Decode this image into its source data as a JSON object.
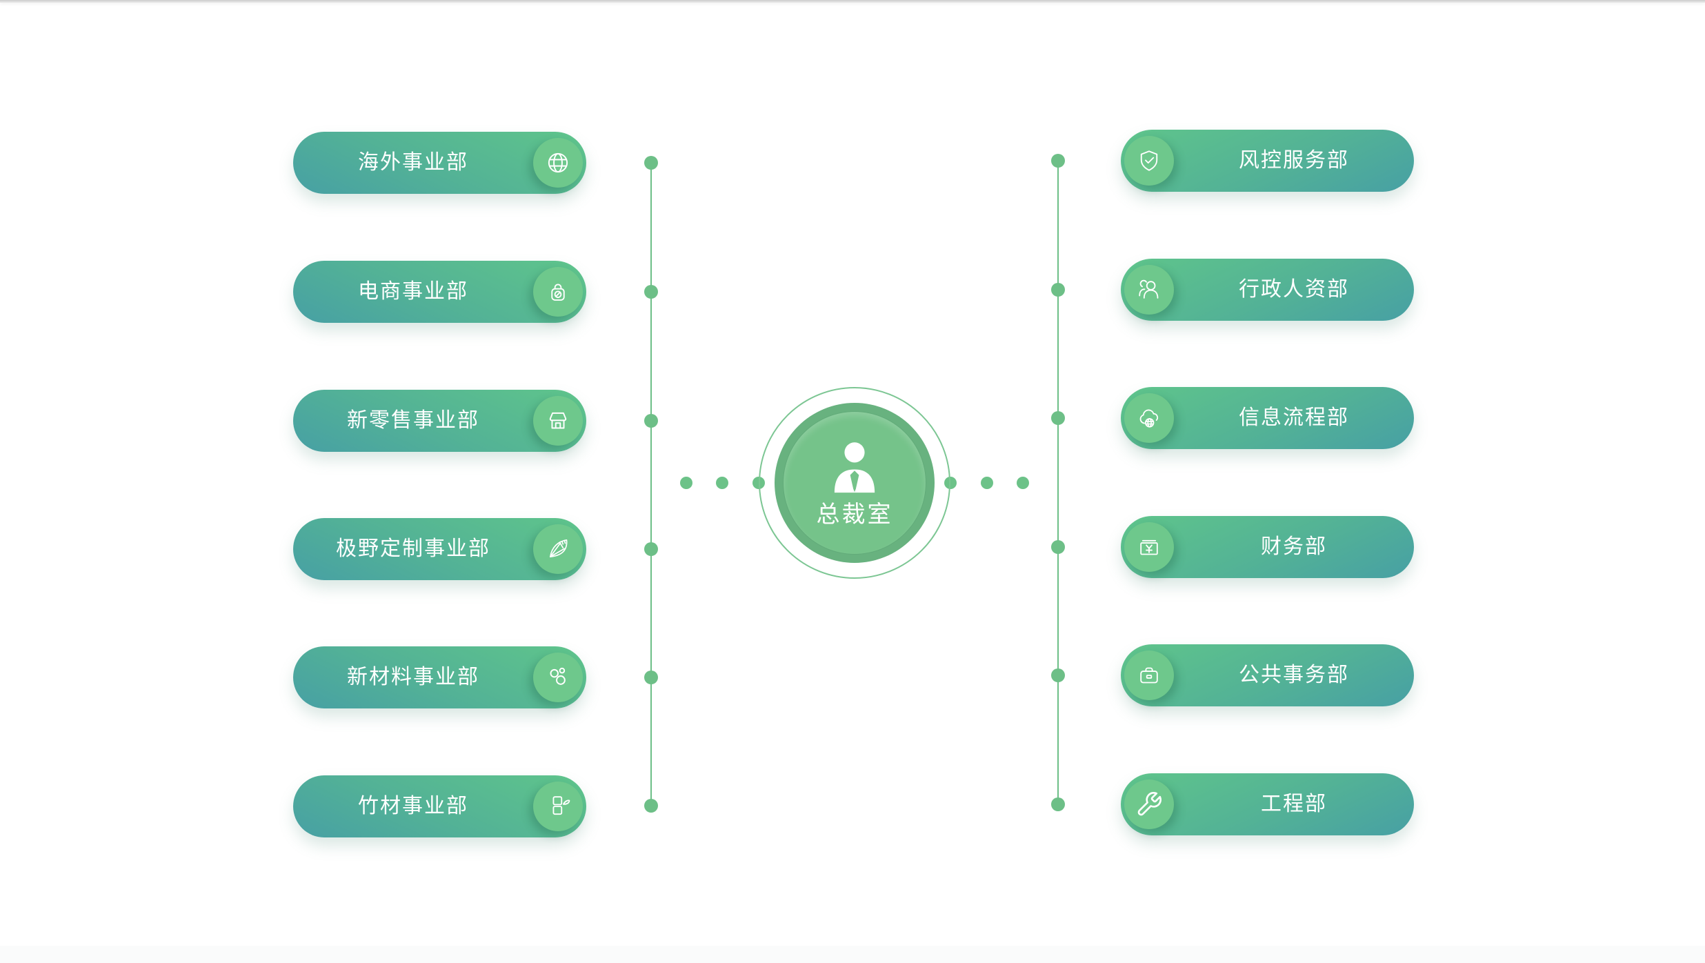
{
  "center": {
    "label": "总裁室",
    "icon": "person-icon"
  },
  "left_departments": [
    {
      "label": "海外事业部",
      "icon": "globe-icon"
    },
    {
      "label": "电商事业部",
      "icon": "shopping-bag-icon"
    },
    {
      "label": "新零售事业部",
      "icon": "store-icon"
    },
    {
      "label": "极野定制事业部",
      "icon": "bamboo-shoot-icon"
    },
    {
      "label": "新材料事业部",
      "icon": "molecules-icon"
    },
    {
      "label": "竹材事业部",
      "icon": "bamboo-icon"
    }
  ],
  "right_departments": [
    {
      "label": "风控服务部",
      "icon": "shield-check-icon"
    },
    {
      "label": "行政人资部",
      "icon": "people-icon"
    },
    {
      "label": "信息流程部",
      "icon": "cloud-globe-icon"
    },
    {
      "label": "财务部",
      "icon": "banknote-yen-icon"
    },
    {
      "label": "公共事务部",
      "icon": "briefcase-icon"
    },
    {
      "label": "工程部",
      "icon": "wrench-icon"
    }
  ],
  "colors": {
    "pill_gradient_start": "#5ec38c",
    "pill_gradient_end": "#47a0a4",
    "icon_circle": "#6ec88c",
    "connector": "#6dbf87",
    "center_fill": "#75c38a",
    "center_rim": "#68b27f",
    "text": "#ffffff",
    "background": "#ffffff"
  }
}
